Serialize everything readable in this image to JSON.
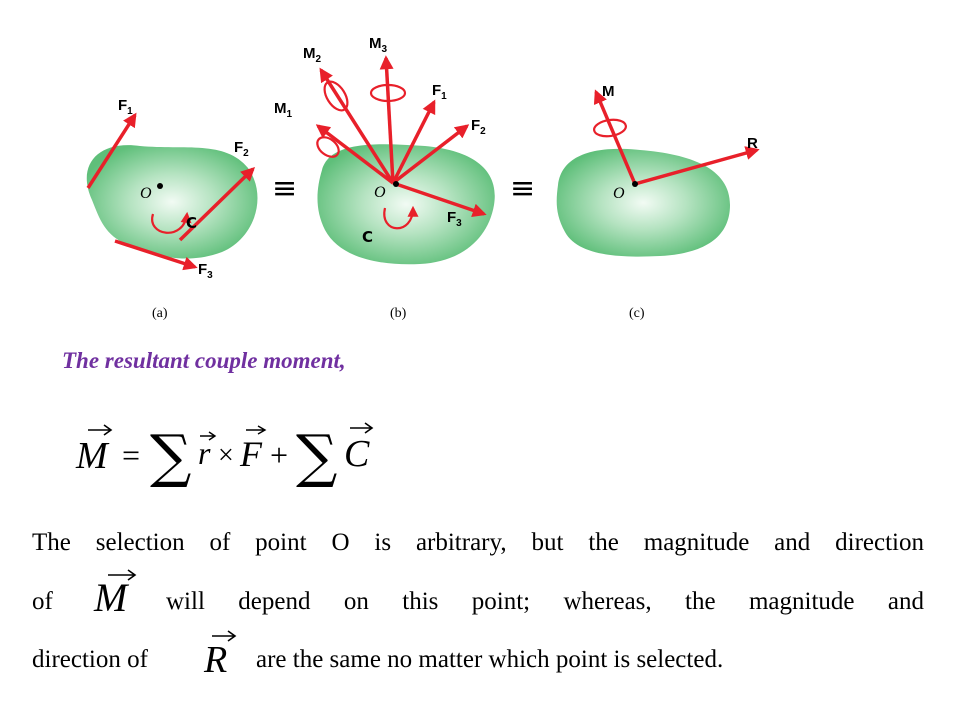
{
  "figure": {
    "panel_a": {
      "caption": "(a)",
      "origin": "O",
      "couple": "C",
      "forces": [
        {
          "letter": "F",
          "sub": "1"
        },
        {
          "letter": "F",
          "sub": "2"
        },
        {
          "letter": "F",
          "sub": "3"
        }
      ]
    },
    "panel_b": {
      "caption": "(b)",
      "origin": "O",
      "couple": "C",
      "forces": [
        {
          "letter": "F",
          "sub": "1"
        },
        {
          "letter": "F",
          "sub": "2"
        },
        {
          "letter": "F",
          "sub": "3"
        }
      ],
      "moments": [
        {
          "letter": "M",
          "sub": "1"
        },
        {
          "letter": "M",
          "sub": "2"
        },
        {
          "letter": "M",
          "sub": "3"
        }
      ]
    },
    "panel_c": {
      "caption": "(c)",
      "origin": "O",
      "moment": "M",
      "resultant": "R"
    },
    "equiv_symbol": "≡",
    "arrow_color": "#e8202a",
    "body_color": "#5fbf7a"
  },
  "heading": "The resultant couple moment,",
  "heading_color": "#7030a0",
  "equation": {
    "lhs": "M",
    "equals": "=",
    "sum": "∑",
    "r": "r",
    "cross": "×",
    "F": "F",
    "plus": "+",
    "C": "C"
  },
  "paragraph": {
    "line1": "The selection of point O is arbitrary, but the magnitude and direction",
    "line2_a": "of",
    "line2_b": "will depend on this point; whereas, the magnitude and",
    "line3_a": "direction of",
    "line3_b": "are the same no matter which point is selected.",
    "vec_M": "M",
    "vec_R": "R"
  }
}
